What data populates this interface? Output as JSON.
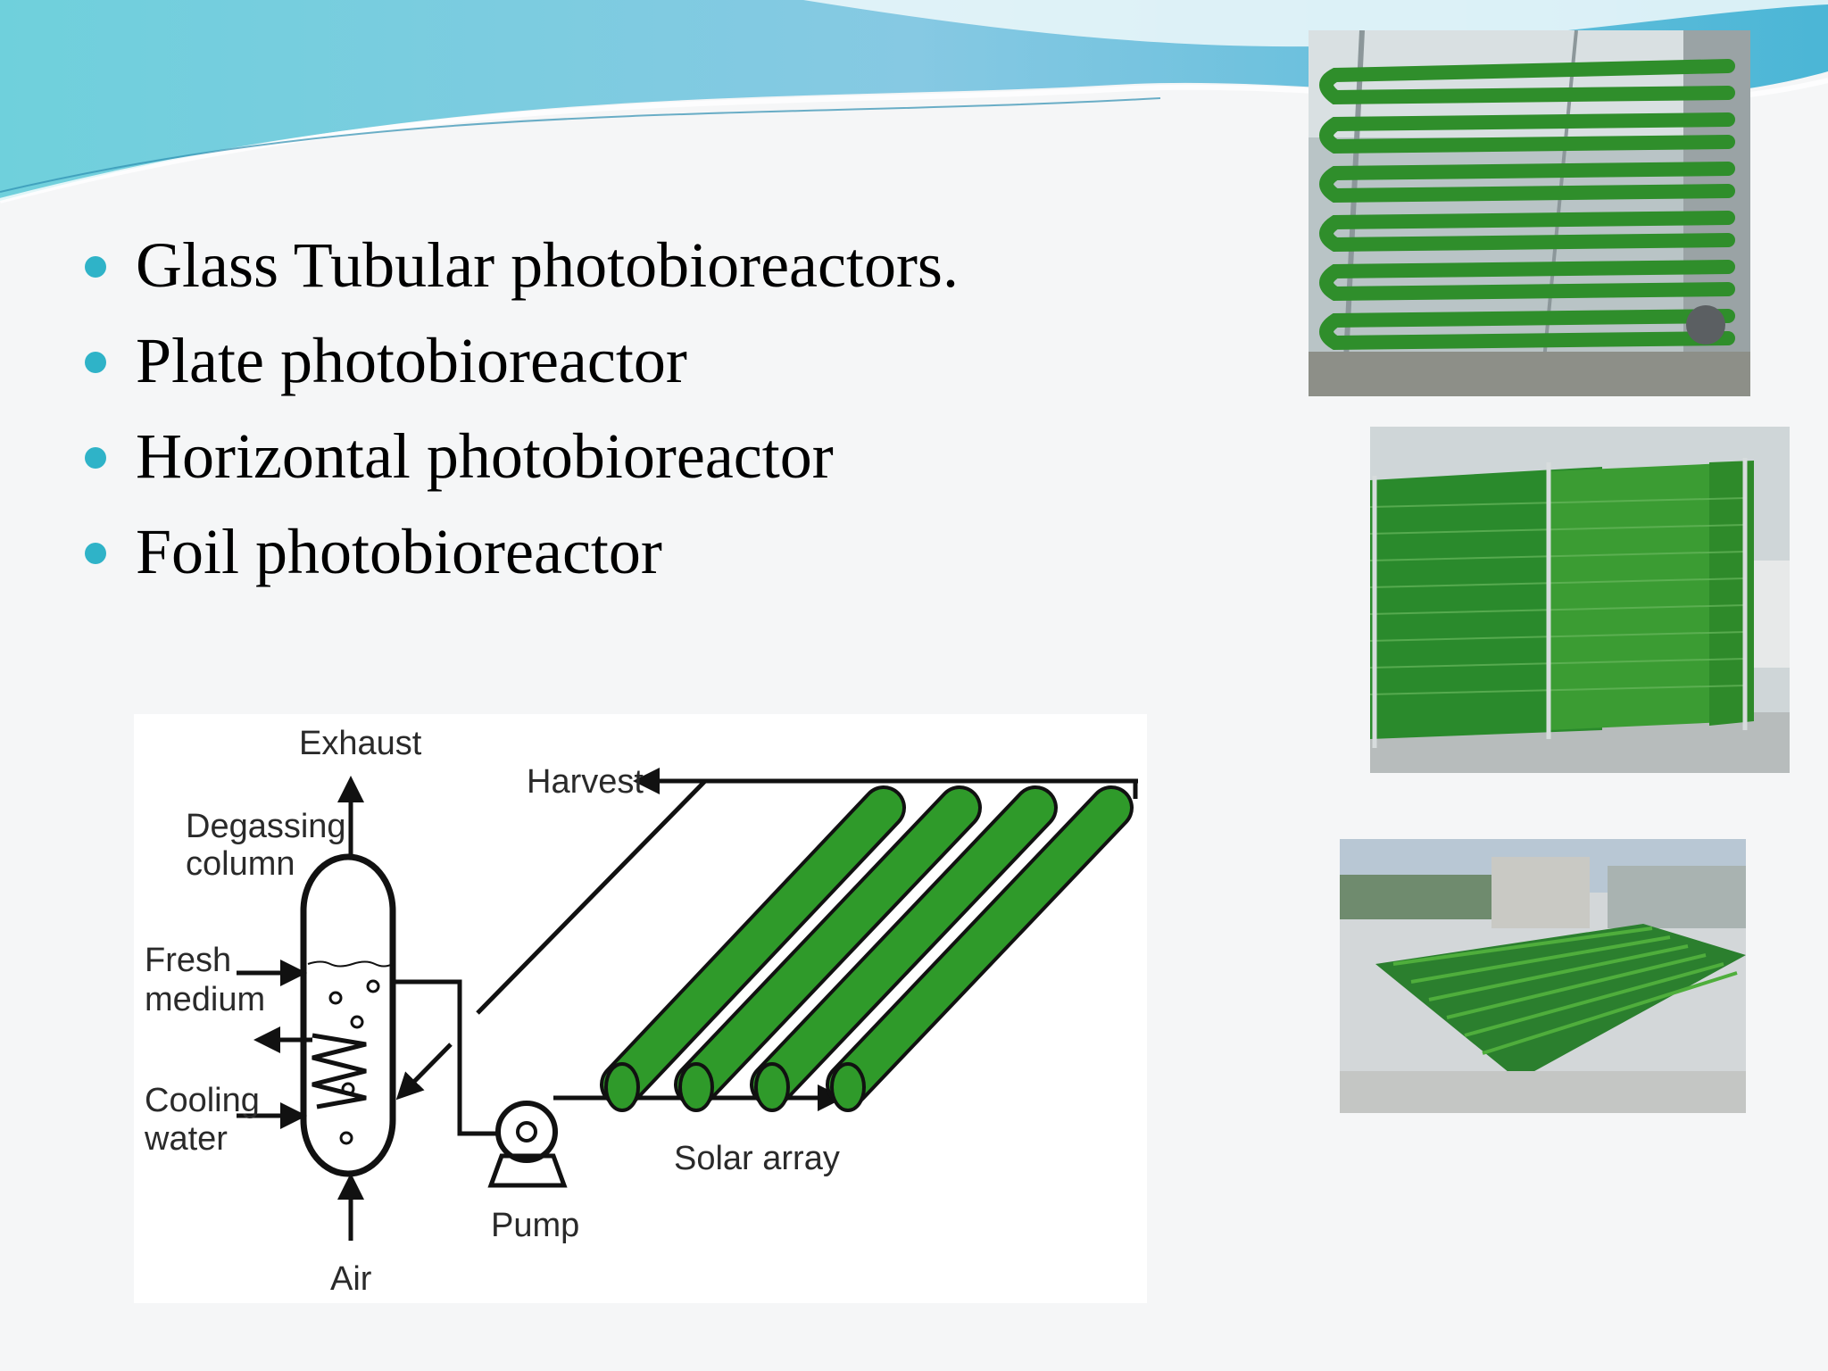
{
  "bullets": [
    "Glass Tubular photobioreactors.",
    "Plate photobioreactor",
    "Horizontal photobioreactor",
    "Foil photobioreactor"
  ],
  "diagram": {
    "labels": {
      "exhaust": "Exhaust",
      "harvest": "Harvest",
      "degassing_line1": "Degassing",
      "degassing_line2": "column",
      "fresh_line1": "Fresh",
      "fresh_line2": "medium",
      "cooling_line1": "Cooling",
      "cooling_line2": "water",
      "solar_array": "Solar array",
      "pump": "Pump",
      "air": "Air"
    }
  },
  "colors": {
    "bullet": "#2fb3c8",
    "tube_green": "#2f9a2a",
    "wave_blue": "#5cc6da"
  }
}
